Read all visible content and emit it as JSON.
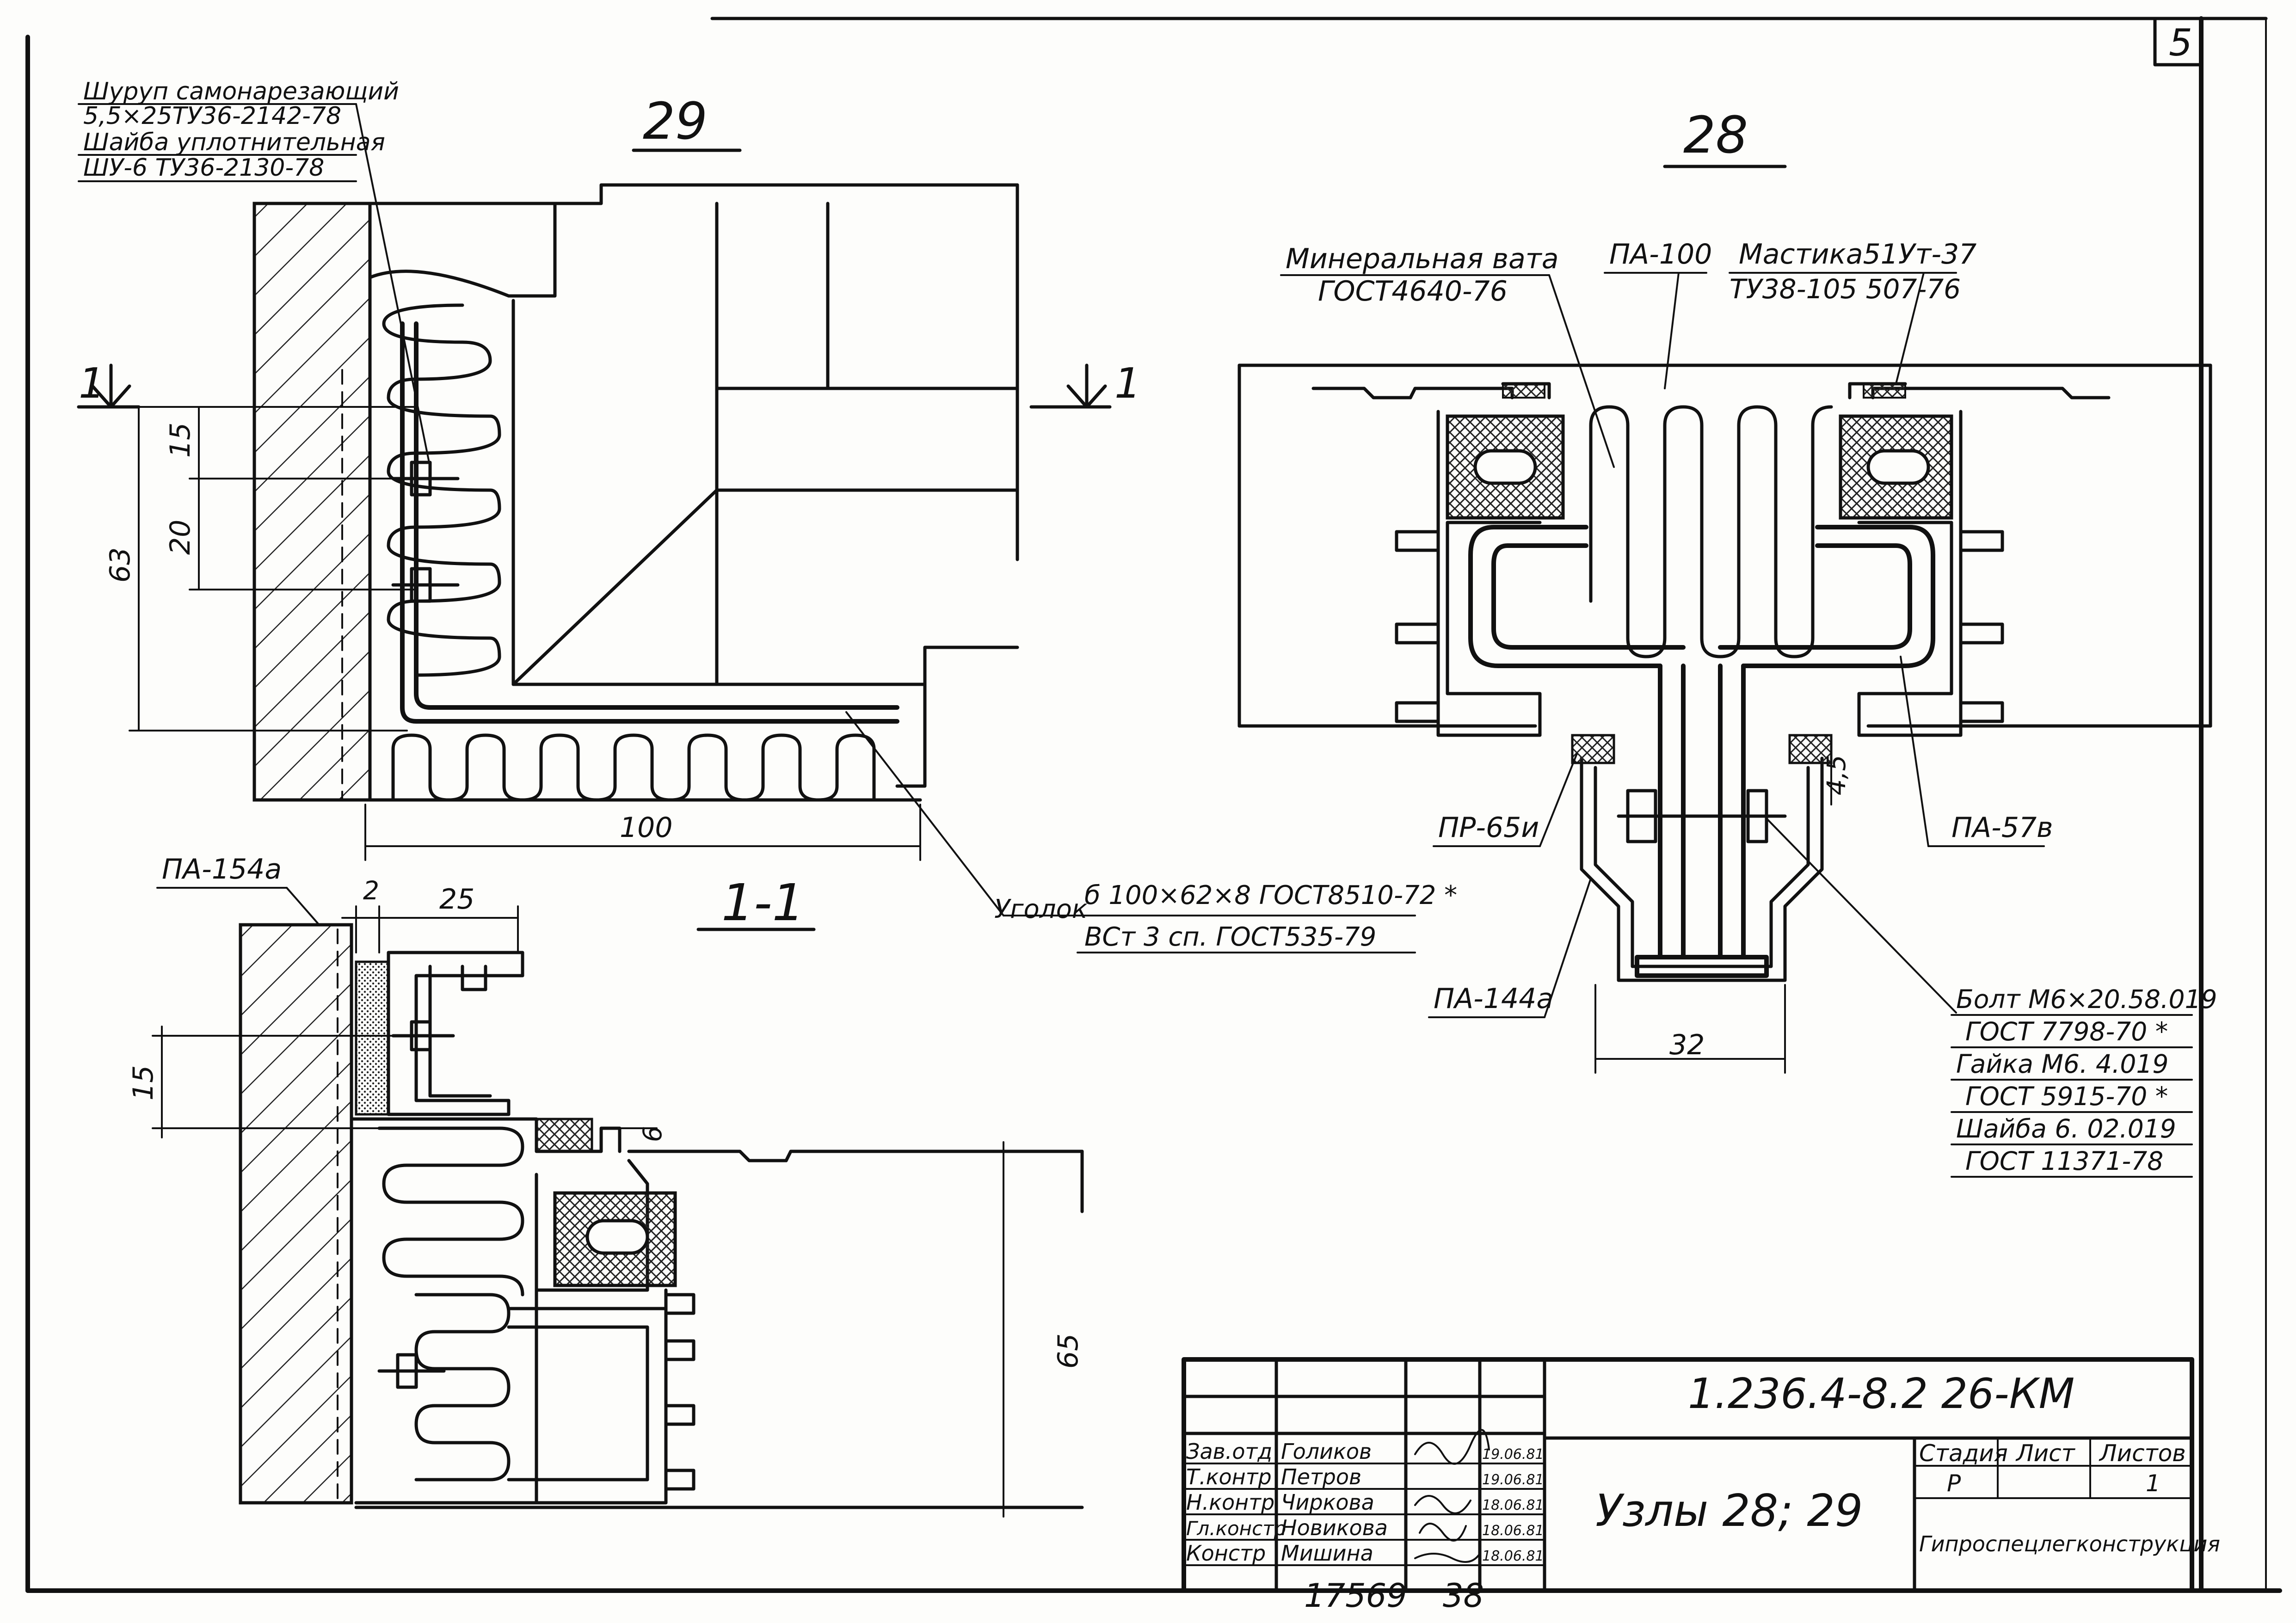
{
  "sheet": {
    "page_number": "5",
    "archive_number": "17569",
    "format_number": "38"
  },
  "view29": {
    "title": "29",
    "note_line1": "Шуруп самонарезающий",
    "note_line2": "5,5×25ТУ36-2142-78",
    "note_line3": "Шайба уплотнительная",
    "note_line4": "ШУ-6 ТУ36-2130-78",
    "section_mark_left": "1",
    "section_mark_right": "1",
    "dim_15": "15",
    "dim_20": "20",
    "dim_63": "63",
    "dim_100": "100",
    "angle_line1": "Уголок",
    "angle_line2": "б 100×62×8 ГОСТ8510-72 *",
    "angle_line3": "ВСт 3 сп. ГОСТ535-79"
  },
  "view28": {
    "title": "28",
    "wool_line1": "Минеральная вата",
    "wool_line2": "ГОСТ4640-76",
    "pa100": "ПА-100",
    "mastic_line1": "Мастика51Ут-37",
    "mastic_line2": "ТУ38-105 507-76",
    "pr65": "ПР-65и",
    "pa57": "ПА-57в",
    "pa144": "ПА-144а",
    "dim_45": "4,5",
    "dim_32": "32",
    "bolt_line1": "Болт М6×20.58.019",
    "bolt_line2": "ГОСТ 7798-70 *",
    "bolt_line3": "Гайка М6. 4.019",
    "bolt_line4": "ГОСТ 5915-70 *",
    "bolt_line5": "Шайба 6. 02.019",
    "bolt_line6": "ГОСТ 11371-78"
  },
  "section11": {
    "title": "1-1",
    "pa154": "ПА-154а",
    "dim_2": "2",
    "dim_25": "25",
    "dim_15": "15",
    "dim_6": "6",
    "dim_65": "65"
  },
  "title_block": {
    "doc_code": "1.236.4-8.2 26-КМ",
    "drawing_title": "Узлы 28; 29",
    "stage_header": "Стадия",
    "sheet_header": "Лист",
    "sheets_header": "Листов",
    "stage_value": "Р",
    "sheets_value": "1",
    "organization": "Гипроспецлегконструкция",
    "rows": [
      {
        "role": "Зав.отд",
        "name": "Голиков",
        "date": "19.06.81"
      },
      {
        "role": "Т.контр",
        "name": "Петров",
        "date": "19.06.81"
      },
      {
        "role": "Н.контр",
        "name": "Чиркова",
        "date": "18.06.81"
      },
      {
        "role": "Гл.констр",
        "name": "Новикова",
        "date": "18.06.81"
      },
      {
        "role": "Констр",
        "name": "Мишина",
        "date": "18.06.81"
      }
    ]
  }
}
